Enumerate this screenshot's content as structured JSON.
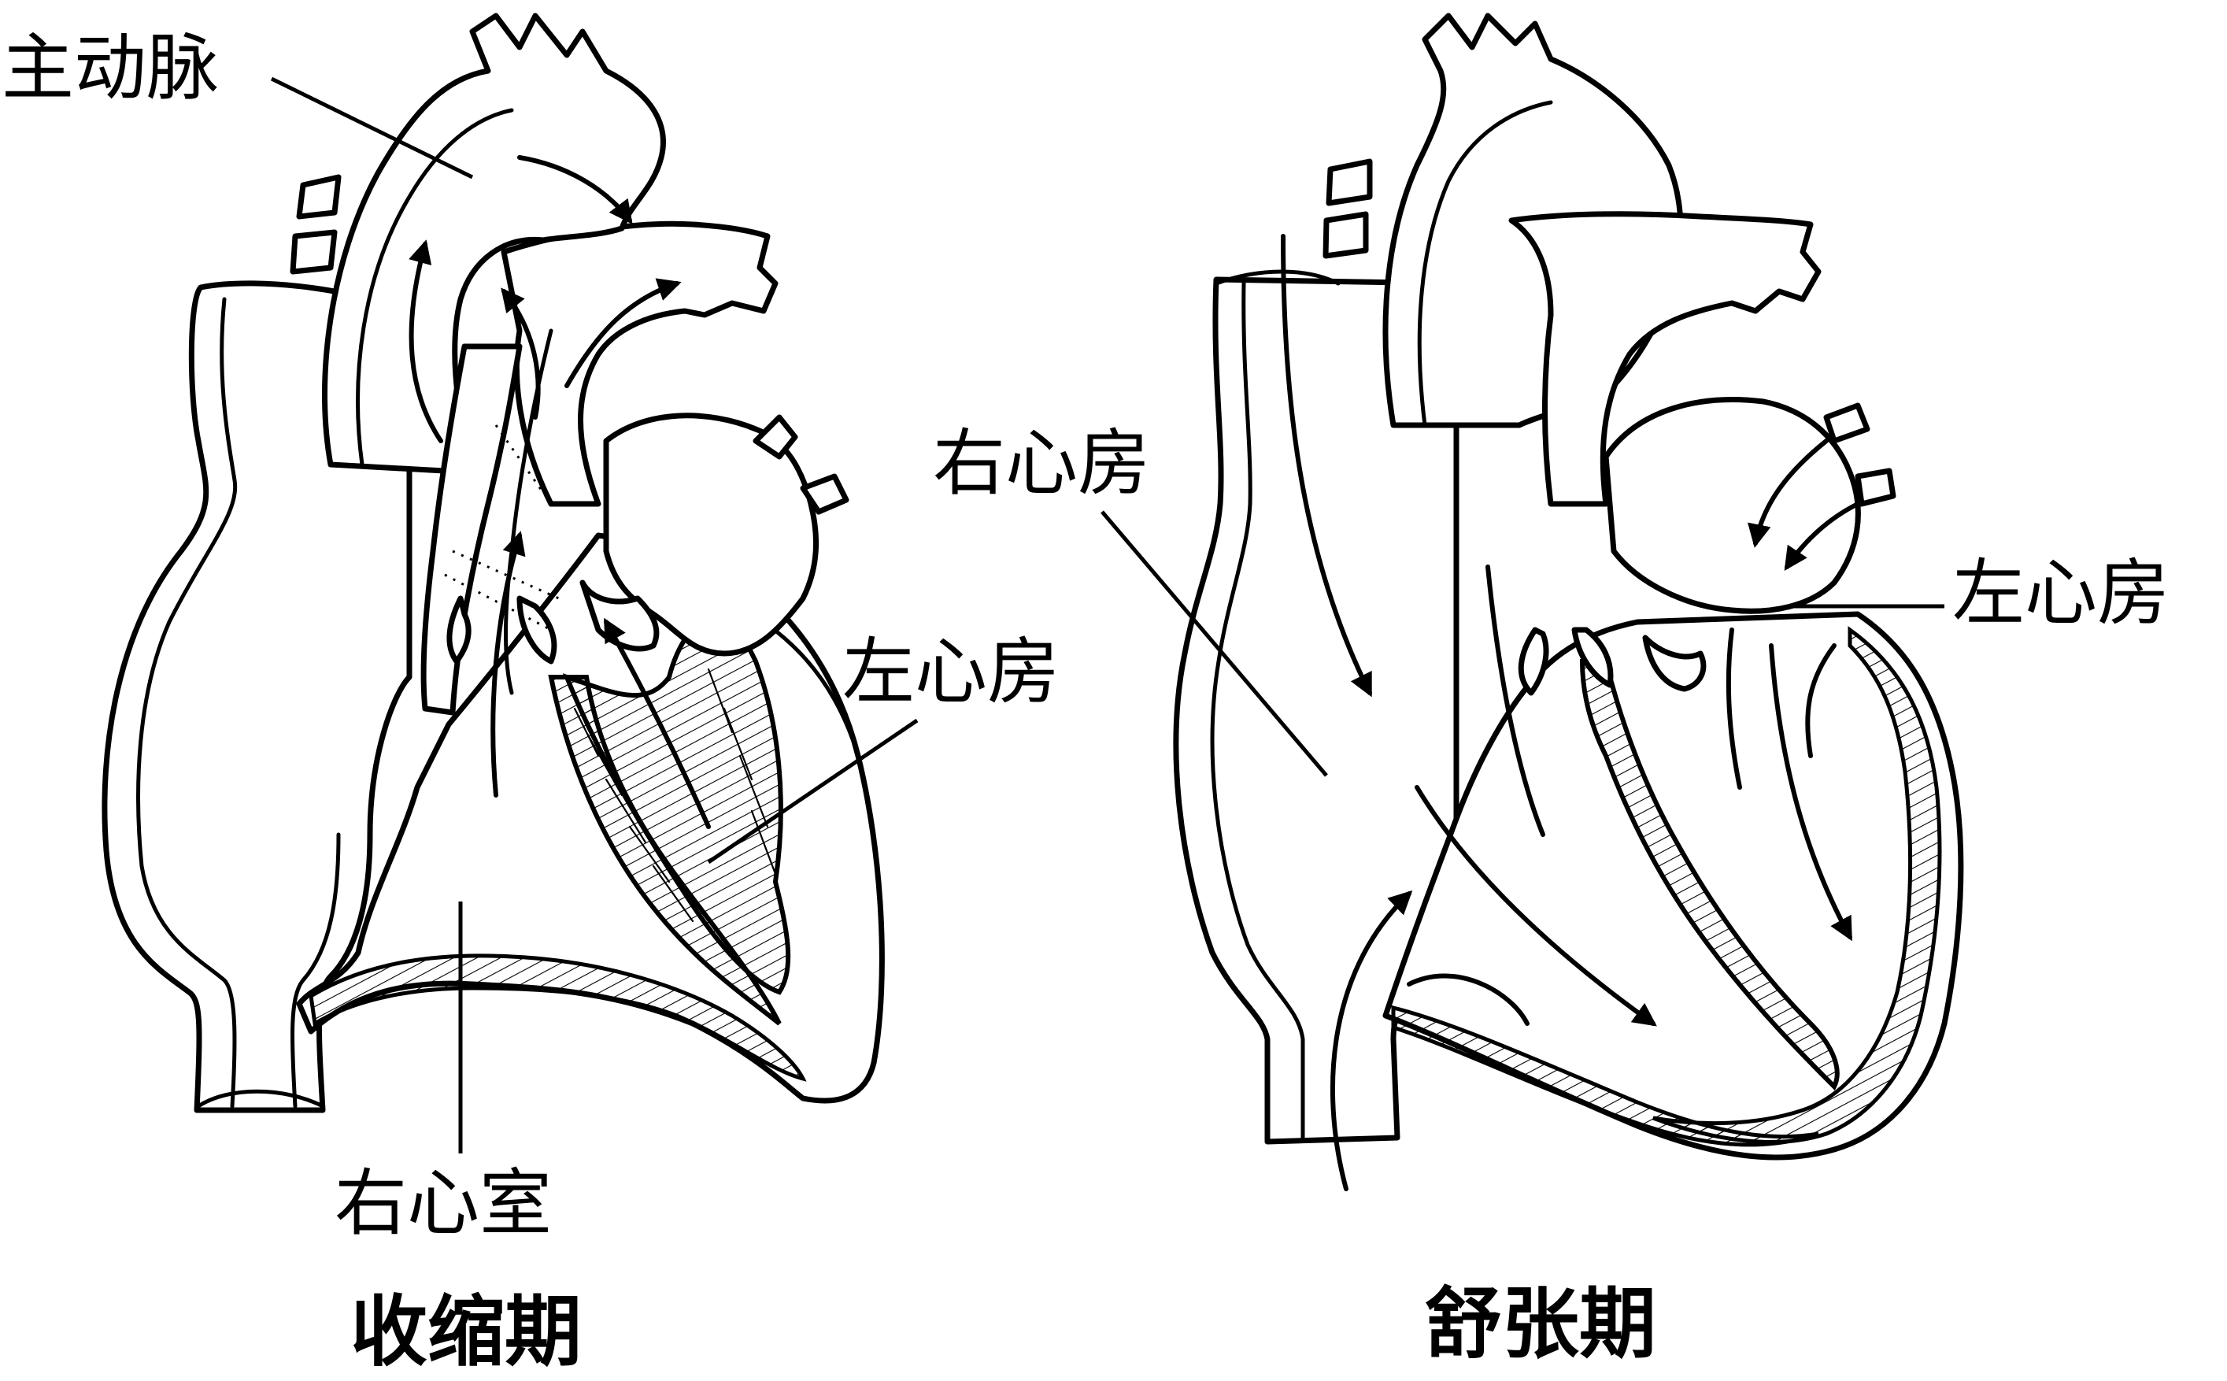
{
  "systole": {
    "caption": "收缩期",
    "labels": {
      "aorta": "主动脉",
      "left_atrium": "左心房",
      "right_ventricle": "右心室"
    }
  },
  "diastole": {
    "caption": "舒张期",
    "labels": {
      "right_atrium": "右心房",
      "left_atrium": "左心房"
    }
  },
  "colors": {
    "ink": "#000000",
    "background": "#ffffff"
  }
}
